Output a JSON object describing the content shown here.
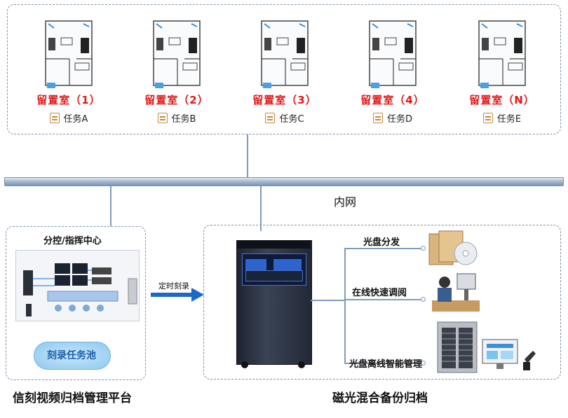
{
  "rooms": [
    {
      "title": "留置室（1）",
      "task": "任务A"
    },
    {
      "title": "留置室（2）",
      "task": "任务B"
    },
    {
      "title": "留置室（3）",
      "task": "任务C"
    },
    {
      "title": "留置室（4）",
      "task": "任务D"
    },
    {
      "title": "留置室（N）",
      "task": "任务E"
    }
  ],
  "network": {
    "label": "内网"
  },
  "control_center": {
    "title": "分控/指挥中心",
    "pool_label": "刻录任务池"
  },
  "arrow": {
    "label": "定时刻录"
  },
  "outputs": [
    {
      "label": "光盘分发"
    },
    {
      "label": "在线快速调阅"
    },
    {
      "label": "光盘离线智能管理"
    }
  ],
  "captions": {
    "left": "信刻视频归档管理平台",
    "right": "磁光混合备份归档"
  },
  "colors": {
    "room_title": "#e01818",
    "arrow": "#1b6bc6",
    "frame": "#7f93ae",
    "cloud_text": "#1d5fa8"
  }
}
